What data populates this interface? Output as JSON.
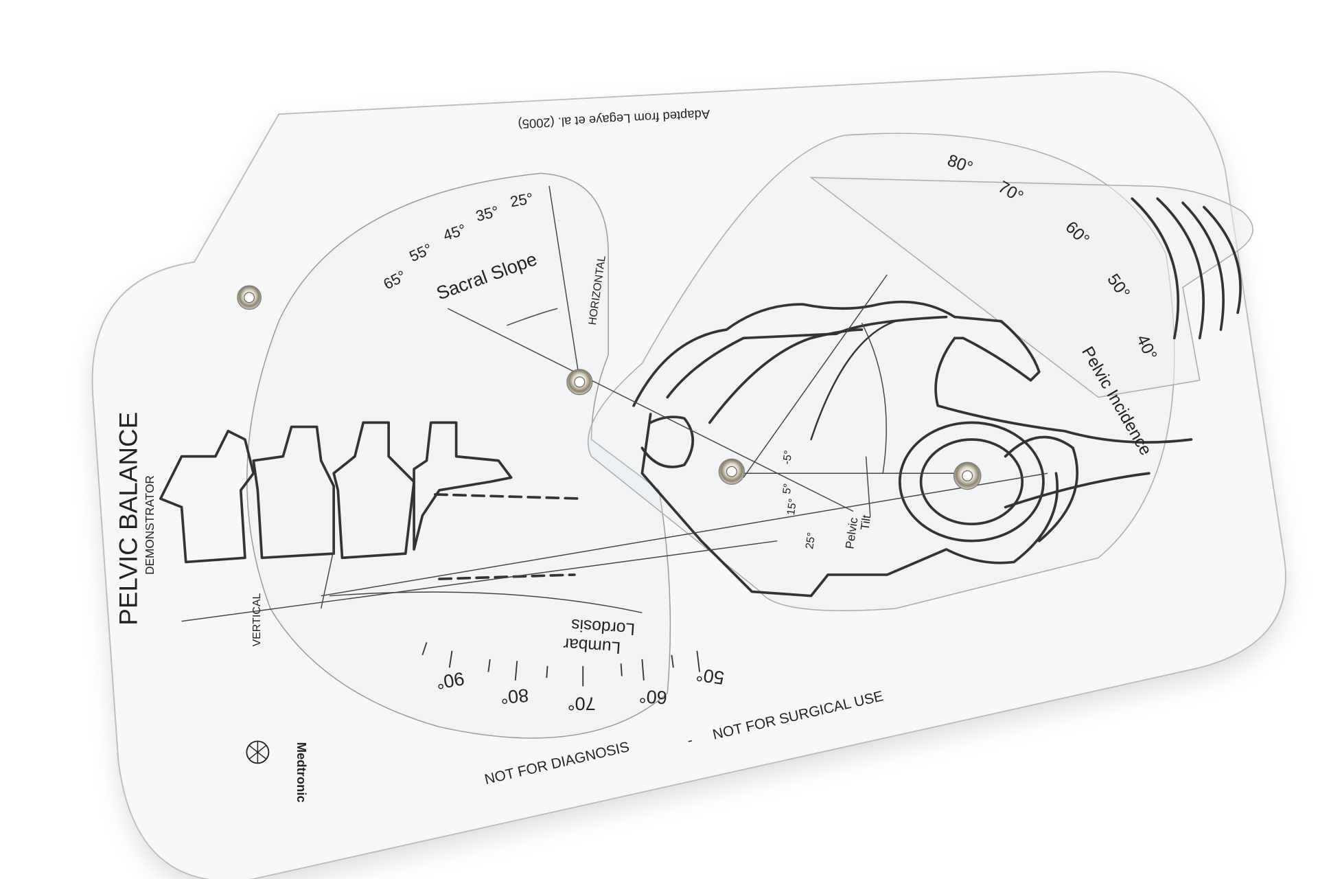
{
  "device": {
    "title": "PELVIC BALANCE",
    "subtitle": "DEMONSTRATOR",
    "brand": "Medtronic",
    "attribution": "Adapted from Legaye et al. (2005)",
    "disclaimer_left": "NOT FOR DIAGNOSIS",
    "disclaimer_sep": "-",
    "disclaimer_right": "NOT FOR SURGICAL USE"
  },
  "labels": {
    "vertical": "VERTICAL",
    "horizontal": "HORIZONTAL"
  },
  "sacral_slope": {
    "label": "Sacral Slope",
    "ticks": [
      "65°",
      "55°",
      "45°",
      "35°",
      "25°"
    ]
  },
  "pelvic_incidence": {
    "label": "Pelvic Incidence",
    "ticks": [
      "40°",
      "50°",
      "60°",
      "70°",
      "80°"
    ]
  },
  "lumbar_lordosis": {
    "label_line1": "Lumbar",
    "label_line2": "Lordosis",
    "ticks": [
      "50°",
      "60°",
      "70°",
      "80°",
      "90°"
    ]
  },
  "pelvic_tilt": {
    "label_line1": "Pelvic",
    "label_line2": "Tilt",
    "ticks": [
      "25°",
      "15°",
      "5°",
      "-5°"
    ]
  },
  "colors": {
    "ink": "#333333",
    "plastic": "#f4f4f4",
    "rivet": "#c9c2b4"
  }
}
